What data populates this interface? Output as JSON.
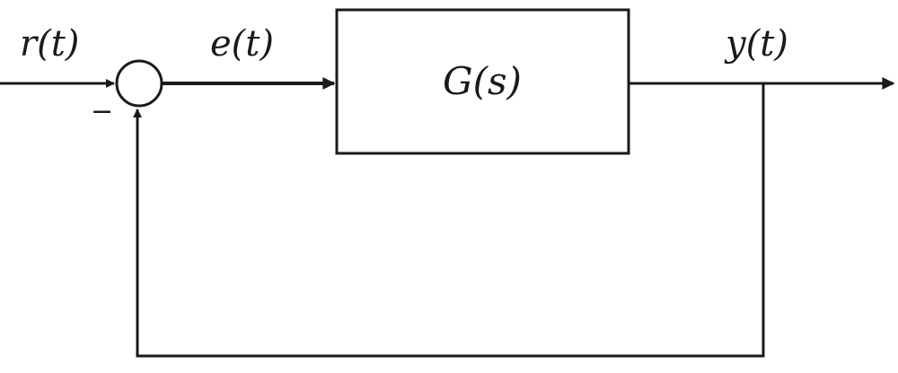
{
  "signals": {
    "reference": "r(t)",
    "error": "e(t)",
    "output": "y(t)"
  },
  "block": {
    "label": "G(s)"
  },
  "summing_junction": {
    "feedback_sign": "−"
  },
  "colors": {
    "stroke": "#1a1a1a",
    "background": "#ffffff"
  }
}
